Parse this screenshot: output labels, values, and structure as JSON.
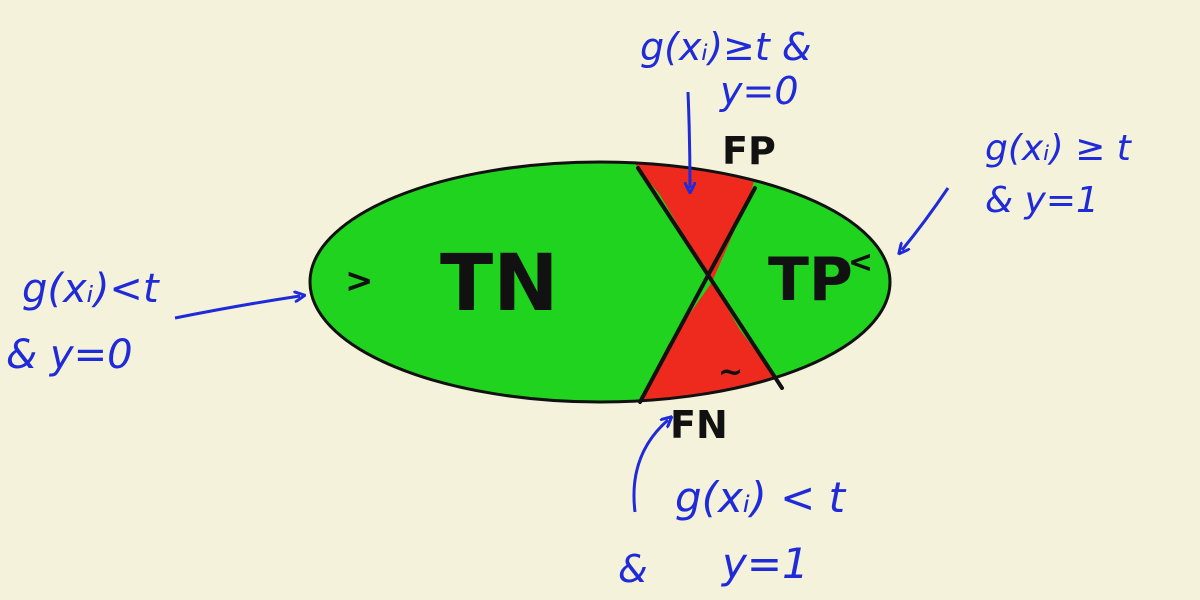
{
  "colors": {
    "background": "#f5f2dc",
    "true_region": "#1fd31f",
    "false_region": "#ee2a1e",
    "outline": "#111111",
    "annotation": "#1f2bd8"
  },
  "regions": {
    "tn": "TN",
    "tp": "TP",
    "fp": "FP",
    "fn": "FN"
  },
  "annotations": {
    "left": {
      "line1": "g(xᵢ)<t",
      "line2": "& y=0"
    },
    "top": {
      "line1": "g(xᵢ)≥t &",
      "line2": "y=0"
    },
    "right": {
      "line1": "g(xᵢ) ≥ t",
      "line2": "& y=1"
    },
    "bottom": {
      "line1": "g(xᵢ) < t",
      "line2_amp": "&",
      "line2": "y=1"
    }
  },
  "marks": {
    "tn_tick": ">",
    "tp_tick": "<",
    "fn_tick": "~"
  }
}
